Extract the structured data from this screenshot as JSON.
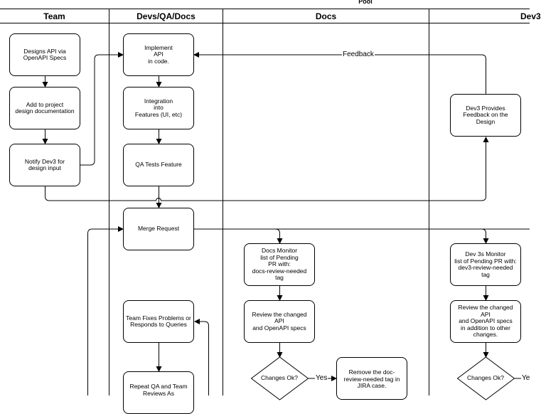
{
  "pool": {
    "title": "Pool"
  },
  "lanes": [
    {
      "id": "team",
      "label": "Team"
    },
    {
      "id": "devs",
      "label": "Devs/QA/Docs"
    },
    {
      "id": "docs",
      "label": "Docs"
    },
    {
      "id": "dev3",
      "label": "Dev3"
    }
  ],
  "nodes": {
    "designs_api": "Designs API via\nOpenAPI Specs",
    "add_doc": "Add to project\ndesign documentation",
    "notify_dev3": "Notify Dev3 for\ndesign input",
    "implement_api": "Implement\nAPI\nin code.",
    "integration": "Integration\ninto\nFeatures (UI, etc)",
    "qa_tests": "QA Tests Feature",
    "merge_request": "Merge Request",
    "team_fixes": "Team Fixes Problems or\nResponds to Queries",
    "repeat_qa": "Repeat QA and Team\nReviews As",
    "docs_monitor": "Docs Monitor\nlist of Pending\nPR with:\ndocs-review-needed\ntag",
    "docs_review": "Review the changed API\nand OpenAPI specs",
    "docs_changes": "Changes\nOk?",
    "remove_tag": "Remove the doc-\nreview-needed tag in\nJIRA case.",
    "dev3_feedback": "Dev3 Provides\nFeedback on the\nDesign",
    "dev3_monitor": "Dev 3s Monitor\nlist of Pending PR with:\ndev3-review-needed\ntag",
    "dev3_review": "Review the changed API\nand OpenAPI specs\nin addition to other\nchanges.",
    "dev3_changes": "Changes\nOk?"
  },
  "edge_labels": {
    "feedback": "Feedback",
    "docs_yes": "Yes",
    "dev3_yes": "Ye"
  }
}
